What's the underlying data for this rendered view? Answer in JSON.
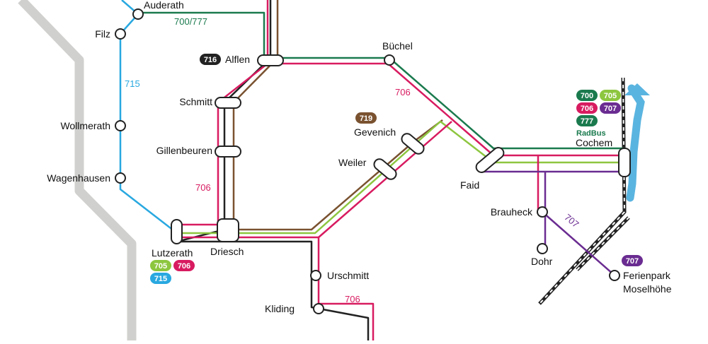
{
  "colors": {
    "green": "#1a7a4e",
    "brown": "#7a5230",
    "magenta": "#d81b60",
    "lime": "#8dc63f",
    "purple": "#6a2c91",
    "blue": "#29a8e0",
    "black": "#222222",
    "gray": "#d0d0ce",
    "river": "#5ab4e0"
  },
  "stops": {
    "auderath": "Auderath",
    "filz": "Filz",
    "wollmerath": "Wollmerath",
    "wagenhausen": "Wagenhausen",
    "alflen": "Alflen",
    "schmitt": "Schmitt",
    "gillenbeuren": "Gillenbeuren",
    "lutzerath": "Lutzerath",
    "driesch": "Driesch",
    "buechel": "Büchel",
    "gevenich": "Gevenich",
    "weiler": "Weiler",
    "faid": "Faid",
    "cochem": "Cochem",
    "brauheck": "Brauheck",
    "dohr": "Dohr",
    "ferienpark_line1": "Ferienpark",
    "ferienpark_line2": "Moselhöhe",
    "urschmitt": "Urschmitt",
    "kliding": "Kliding"
  },
  "route_labels": {
    "r700_777": "700/777",
    "r715": "715",
    "r706_buechel": "706",
    "r706_schmitt": "706",
    "r706_kliding": "706",
    "r707": "707"
  },
  "badges": {
    "b716": {
      "label": "716",
      "color": "#222222"
    },
    "b719": {
      "label": "719",
      "color": "#7a5230"
    },
    "cochem_700": {
      "label": "700",
      "color": "#1a7a4e"
    },
    "cochem_705": {
      "label": "705",
      "color": "#8dc63f"
    },
    "cochem_706": {
      "label": "706",
      "color": "#d81b60"
    },
    "cochem_707": {
      "label": "707",
      "color": "#6a2c91"
    },
    "cochem_777": {
      "label": "777",
      "color": "#1a7a4e"
    },
    "lutzerath_705": {
      "label": "705",
      "color": "#8dc63f"
    },
    "lutzerath_706": {
      "label": "706",
      "color": "#d81b60"
    },
    "lutzerath_715": {
      "label": "715",
      "color": "#29a8e0"
    },
    "ferienpark_707": {
      "label": "707",
      "color": "#6a2c91"
    }
  },
  "radbus": "RadBus"
}
